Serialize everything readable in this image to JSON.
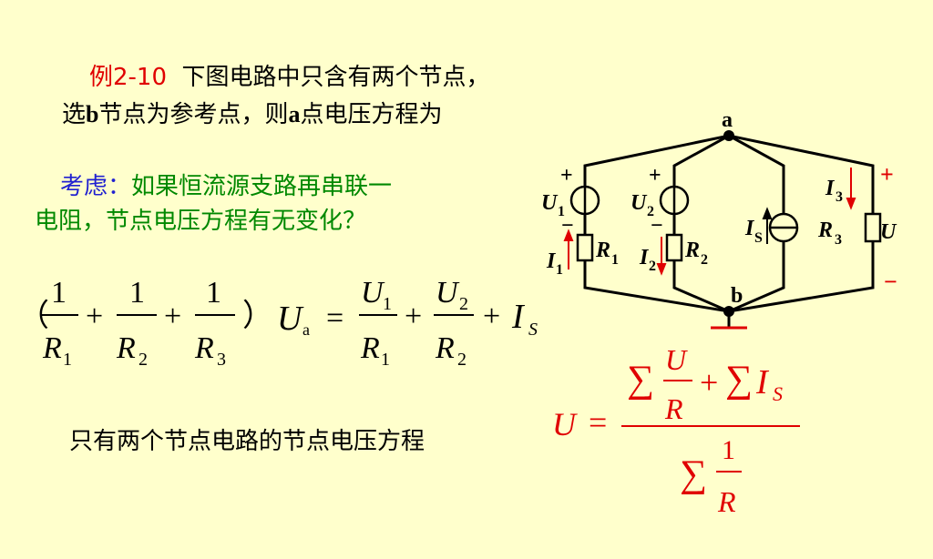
{
  "example": {
    "label": "例2-10",
    "line1": "下图电路中只含有两个节点，",
    "line2_a": "选",
    "line2_b": "b",
    "line2_c": "节点为参考点，则",
    "line2_d": "a",
    "line2_e": "点电压方程为"
  },
  "consider": {
    "label": "考虑：",
    "line1": "如果恒流源支路再串联一",
    "line2": "电阻，节点电压方程有无变化？"
  },
  "equation1": {
    "open_paren": "（",
    "close_paren": "）",
    "one": "1",
    "R": "R",
    "sub1": "1",
    "sub2": "2",
    "sub3": "3",
    "plus": "+",
    "U": "U",
    "sub_a": "a",
    "equals": "=",
    "I": "I",
    "sub_S": "S"
  },
  "summary_text": "只有两个节点电路的节点电压方程",
  "equation2": {
    "U": "U",
    "equals": "=",
    "sigma": "∑",
    "num_U": "U",
    "num_R": "R",
    "plus": "+",
    "I": "I",
    "sub_S": "S",
    "one": "1",
    "den_R": "R"
  },
  "circuit": {
    "node_a": "a",
    "node_b": "b",
    "plus": "+",
    "minus": "−",
    "U1": "U",
    "U1_sub": "1",
    "U2": "U",
    "U2_sub": "2",
    "R1": "R",
    "R1_sub": "1",
    "R2": "R",
    "R2_sub": "2",
    "R3": "R",
    "R3_sub": "3",
    "I1": "I",
    "I1_sub": "1",
    "I2": "I",
    "I2_sub": "2",
    "I3": "I",
    "I3_sub": "3",
    "IS": "I",
    "IS_sub": "S",
    "U_total": "U"
  },
  "colors": {
    "background": "#ffffcc",
    "red": "#e00000",
    "blue": "#2020d0",
    "green": "#008800"
  }
}
